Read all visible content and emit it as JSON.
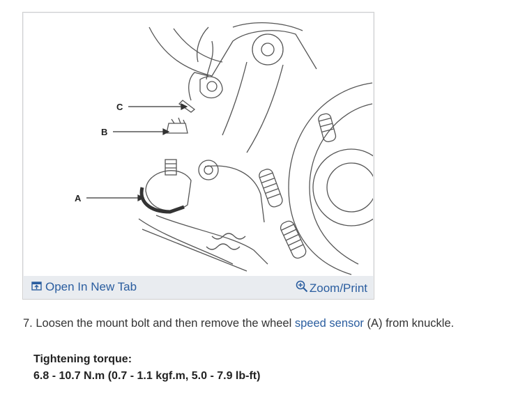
{
  "figure": {
    "callouts": {
      "a": "A",
      "b": "B",
      "c": "C"
    },
    "toolbar": {
      "open_tab_label": "Open In New Tab",
      "open_tab_icon": "open-in-new-tab-icon",
      "zoom_label": "Zoom/Print",
      "zoom_icon": "magnifier-plus-icon"
    }
  },
  "step": {
    "number": "7.",
    "text_before": " Loosen the mount bolt and then remove the wheel ",
    "link_text": "speed sensor",
    "text_after": " (A) from knuckle."
  },
  "torque": {
    "label": "Tightening torque:",
    "value": "6.8 - 10.7 N.m (0.7 - 1.1 kgf.m, 5.0 - 7.9 lb-ft)"
  },
  "colors": {
    "link": "#2a5d9f",
    "toolbar_bg": "#e9ecf0",
    "text": "#333333"
  }
}
